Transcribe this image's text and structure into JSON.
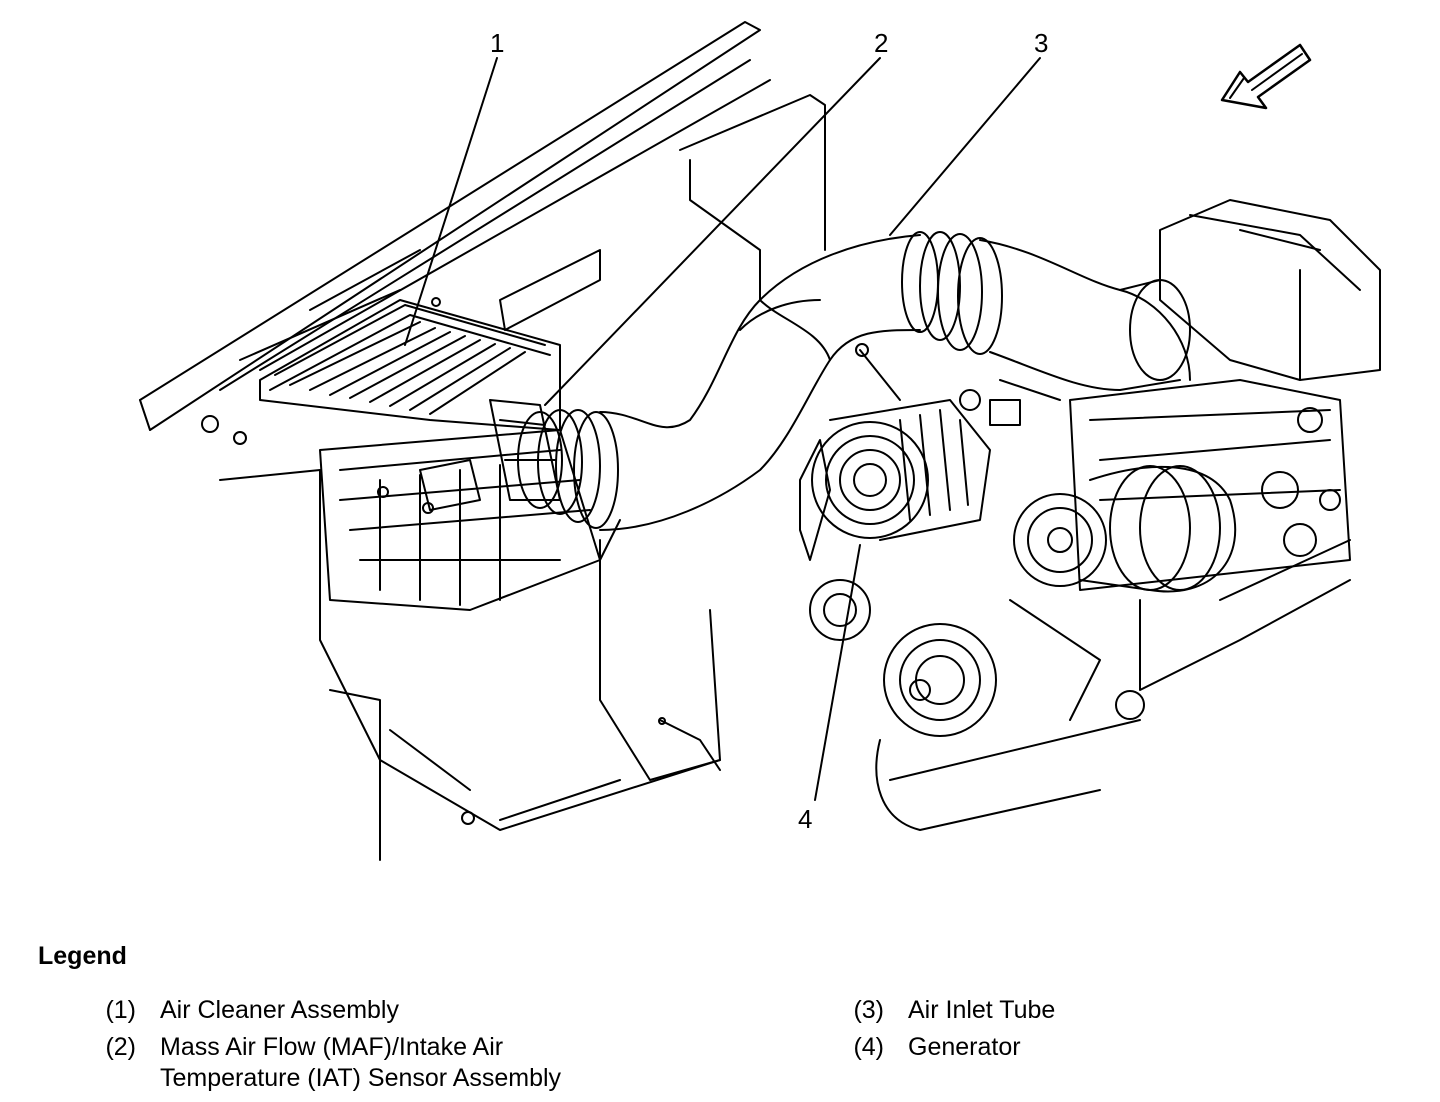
{
  "callouts": [
    "1",
    "2",
    "3",
    "4"
  ],
  "legend": {
    "title": "Legend",
    "items": [
      {
        "num": "(1)",
        "text": "Air Cleaner Assembly"
      },
      {
        "num": "(2)",
        "text": "Mass Air Flow (MAF)/Intake Air Temperature (IAT) Sensor Assembly"
      },
      {
        "num": "(3)",
        "text": "Air Inlet Tube"
      },
      {
        "num": "(4)",
        "text": "Generator"
      }
    ]
  },
  "colors": {
    "line": "#000000",
    "background": "#ffffff"
  },
  "icons": {
    "direction": "forward-arrow-icon"
  }
}
